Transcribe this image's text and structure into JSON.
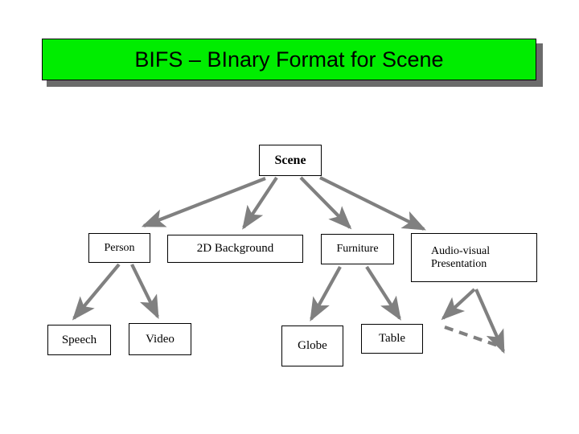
{
  "slide": {
    "background_color": "#ffffff",
    "title": {
      "text": "BIFS – BInary Format for Scene",
      "fill_color": "#00ed00",
      "border_color": "#000000",
      "shadow_color": "#6b6b6b",
      "text_color": "#000000"
    }
  },
  "diagram": {
    "type": "tree",
    "connector_color": "#808080",
    "nodes": {
      "scene": "Scene",
      "person": "Person",
      "background_2d": "2D Background",
      "furniture": "Furniture",
      "audio_visual_line1": "Audio-visual",
      "audio_visual_line2": "Presentation",
      "speech": "Speech",
      "video": "Video",
      "globe": "Globe",
      "table": "Table"
    },
    "edges": [
      {
        "from": "Scene",
        "to": "Person",
        "style": "solid-arrow"
      },
      {
        "from": "Scene",
        "to": "2D Background",
        "style": "solid-arrow"
      },
      {
        "from": "Scene",
        "to": "Furniture",
        "style": "solid-arrow"
      },
      {
        "from": "Scene",
        "to": "Audio-visual Presentation",
        "style": "solid-arrow"
      },
      {
        "from": "Person",
        "to": "Speech",
        "style": "solid-arrow"
      },
      {
        "from": "Person",
        "to": "Video",
        "style": "solid-arrow"
      },
      {
        "from": "Furniture",
        "to": "Globe",
        "style": "solid-arrow"
      },
      {
        "from": "Furniture",
        "to": "Table",
        "style": "solid-arrow"
      },
      {
        "from": "Audio-visual Presentation",
        "to": "",
        "style": "solid-arrow"
      },
      {
        "from": "Audio-visual Presentation",
        "to": "",
        "style": "solid-arrow"
      },
      {
        "from": "",
        "to": "",
        "style": "dashed"
      }
    ]
  }
}
